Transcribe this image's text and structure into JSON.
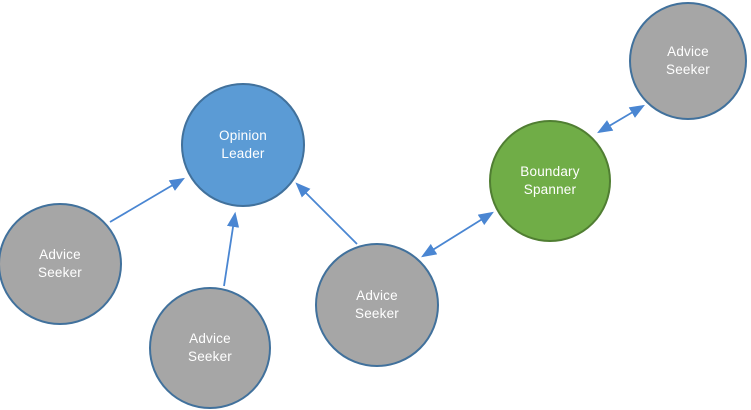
{
  "diagram": {
    "type": "network-diagram",
    "description": "Social network diagram showing advice seekers connected to an opinion leader and a boundary spanner",
    "colors": {
      "background": "#FFFFFF",
      "opinion_leader_fill": "#5B9BD5",
      "opinion_leader_border": "#41719C",
      "boundary_spanner_fill": "#70AD47",
      "boundary_spanner_border": "#507E32",
      "advice_seeker_fill": "#A6A6A6",
      "advice_seeker_border": "#41719C",
      "arrow": "#4A86D2",
      "label_text": "#FFFFFF"
    },
    "nodes": [
      {
        "id": "opinion-leader",
        "role": "Opinion Leader",
        "lines": [
          "Opinion",
          "Leader"
        ]
      },
      {
        "id": "boundary-spanner",
        "role": "Boundary Spanner",
        "lines": [
          "Boundary",
          "Spanner"
        ]
      },
      {
        "id": "advice-seeker-top-right",
        "role": "Advice Seeker",
        "lines": [
          "Advice",
          "Seeker"
        ]
      },
      {
        "id": "advice-seeker-left",
        "role": "Advice Seeker",
        "lines": [
          "Advice",
          "Seeker"
        ]
      },
      {
        "id": "advice-seeker-bottom",
        "role": "Advice Seeker",
        "lines": [
          "Advice",
          "Seeker"
        ]
      },
      {
        "id": "advice-seeker-center",
        "role": "Advice Seeker",
        "lines": [
          "Advice",
          "Seeker"
        ]
      }
    ],
    "edges": [
      {
        "from": "advice-seeker-left",
        "to": "opinion-leader",
        "bidirectional": false
      },
      {
        "from": "advice-seeker-bottom",
        "to": "opinion-leader",
        "bidirectional": false
      },
      {
        "from": "advice-seeker-center",
        "to": "opinion-leader",
        "bidirectional": false
      },
      {
        "from": "advice-seeker-center",
        "to": "boundary-spanner",
        "bidirectional": true
      },
      {
        "from": "boundary-spanner",
        "to": "advice-seeker-top-right",
        "bidirectional": true
      }
    ]
  }
}
